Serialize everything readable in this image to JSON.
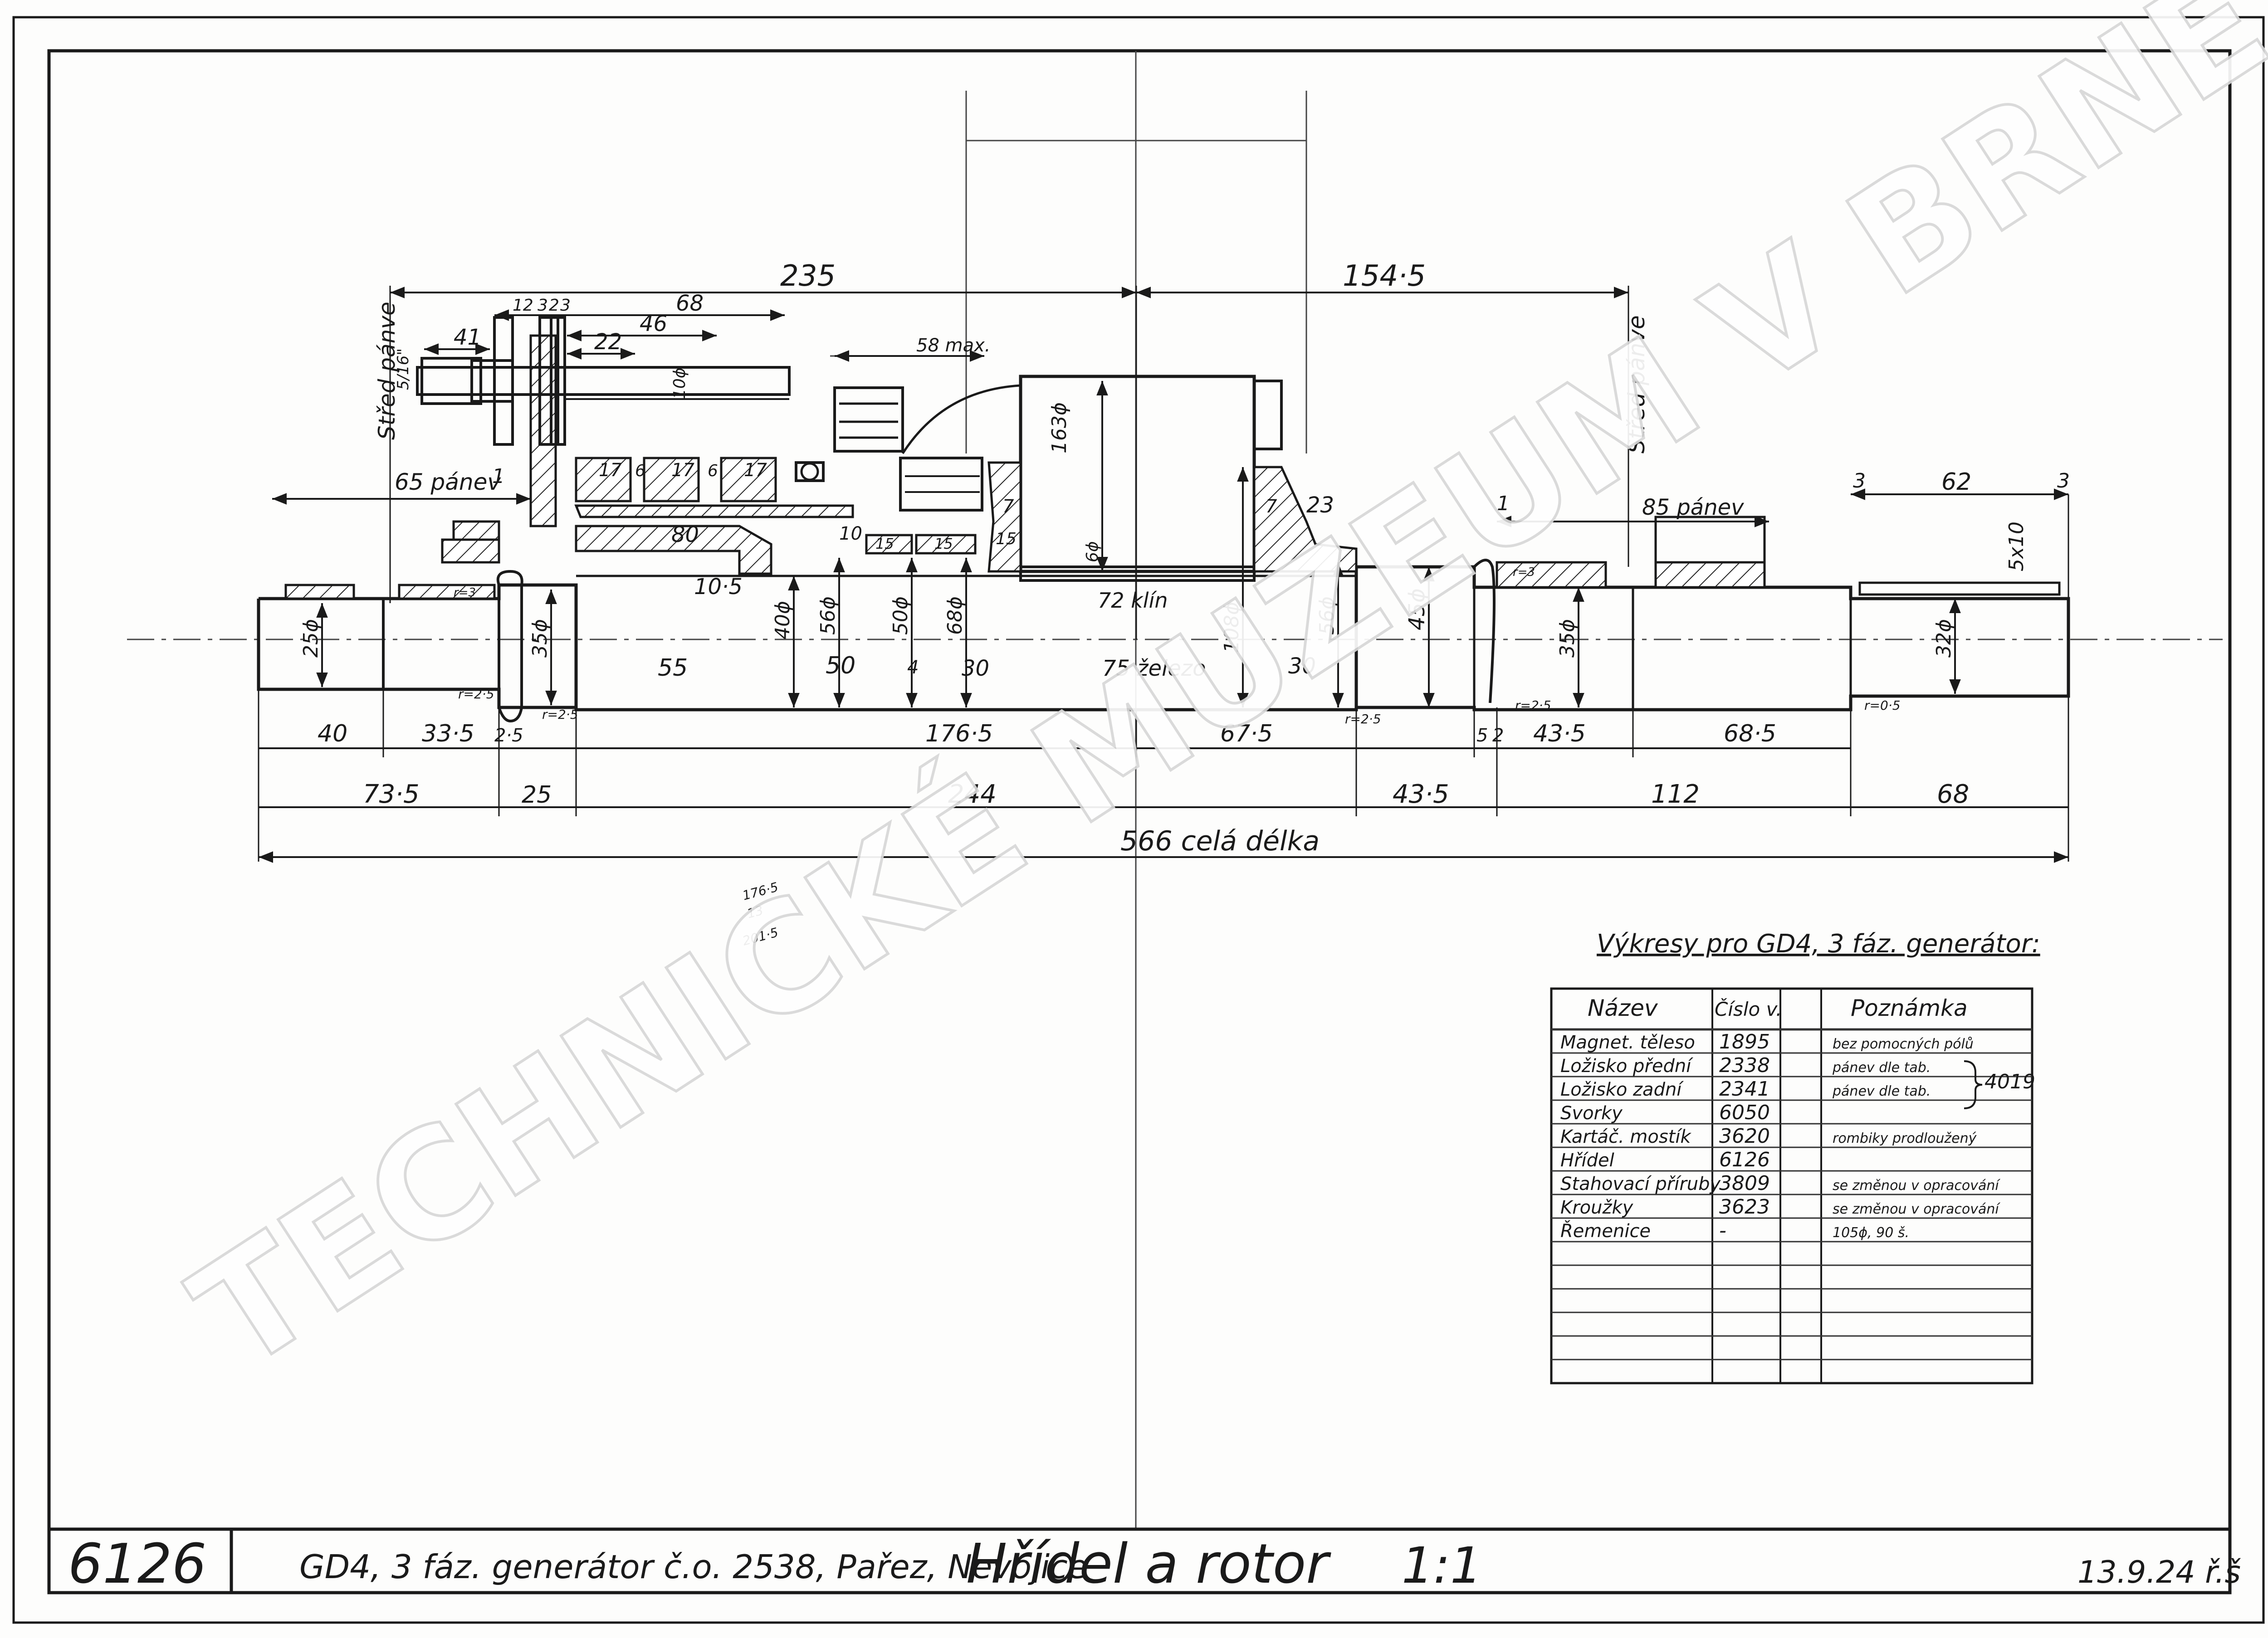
{
  "title_block": {
    "drawing_number": "6126",
    "description": "GD4, 3 fáz. generátor  č.o. 2538, Pařez, Nevojice",
    "title": "Hřídel a rotor",
    "scale": "1:1",
    "date": "13.9.24 ř.š"
  },
  "watermark": "TECHNICKÉ MUZEUM V BRNĚ",
  "vertical_labels": {
    "left": "Střed pánve",
    "right": "Střed pánve"
  },
  "dimensions": {
    "top_left": "235",
    "top_right": "154·5",
    "d_12": "12",
    "d_3a": "3",
    "d_2": "2",
    "d_3b": "3",
    "d_68": "68",
    "d_46": "46",
    "d_41": "41",
    "d_22": "22",
    "d_516": "5/16\"",
    "d_10dia": "10ϕ",
    "d_58max": "58 max.",
    "d_163dia": "163ϕ",
    "d_17a": "17",
    "d_6a": "6",
    "d_17b": "17",
    "d_6b": "6",
    "d_17c": "17",
    "d_65panev": "65 pánev",
    "d_1a": "1",
    "d_80": "80",
    "d_10": "10",
    "d_15a": "15",
    "d_15b": "15",
    "d_15c": "15",
    "d_7a": "7",
    "d_7b": "7",
    "d_6dia": "6ϕ",
    "d_23": "23",
    "d_1b": "1",
    "d_85panev": "85 pánev",
    "d_3c": "3",
    "d_62": "62",
    "d_3d": "3",
    "d_5x10": "5x10",
    "d_r3a": "r=3",
    "d_r3b": "r=3",
    "d_105": "10·5",
    "d_72klin": "72 klín",
    "d_25dia": "25ϕ",
    "d_35dia_a": "35ϕ",
    "d_40dia": "40ϕ",
    "d_56dia_a": "56ϕ",
    "d_50dia": "50ϕ",
    "d_68dia": "68ϕ",
    "d_108dia": "108ϕ",
    "d_56dia_b": "56ϕ",
    "d_45dia": "45ϕ",
    "d_35dia_b": "35ϕ",
    "d_32dia": "32ϕ",
    "d_55": "55",
    "d_50": "50",
    "d_4": "4",
    "d_30a": "30",
    "d_75zelezo": "75 železo",
    "d_30b": "30",
    "d_r25a": "r=2·5",
    "d_r25b": "r=2·5",
    "d_r25c": "r=2·5",
    "d_r25d": "r=2·5",
    "d_r05": "r=0·5",
    "d_40": "40",
    "d_335": "33·5",
    "d_25": "2·5",
    "d_1765": "176·5",
    "d_675": "67·5",
    "d_5": "5",
    "d_2b": "2",
    "d_435a": "43·5",
    "d_685": "68·5",
    "d_735": "73·5",
    "d_25b": "25",
    "d_244": "244",
    "d_435b": "43·5",
    "d_112": "112",
    "d_68b": "68",
    "total": "566 celá délka"
  },
  "pencil_note": [
    "176·5",
    "13",
    "201·5"
  ],
  "table": {
    "heading": "Výkresy pro GD4, 3 fáz. generátor:",
    "columns": [
      "Název",
      "Číslo v.",
      "Poznámka"
    ],
    "rows": [
      [
        "Magnet. těleso",
        "1895",
        "bez pomocných pólů"
      ],
      [
        "Ložisko přední",
        "2338",
        "pánev dle tab."
      ],
      [
        "Ložisko zadní",
        "2341",
        "pánev dle tab."
      ],
      [
        "Svorky",
        "6050",
        ""
      ],
      [
        "Kartáč. mostík",
        "3620",
        "rombiky prodloužený"
      ],
      [
        "Hřídel",
        "6126",
        ""
      ],
      [
        "Stahovací příruby",
        "3809",
        "se změnou v opracování"
      ],
      [
        "Kroužky",
        "3623",
        "se změnou v opracování"
      ],
      [
        "Řemenice",
        "-",
        "105ϕ, 90 š."
      ]
    ],
    "brace_note": "4019"
  }
}
